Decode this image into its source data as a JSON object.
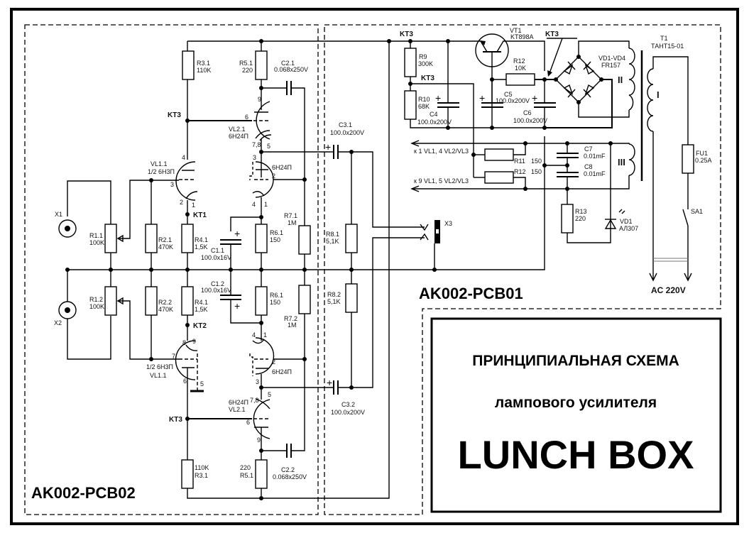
{
  "title_block": {
    "line1": "ПРИНЦИПИАЛЬНАЯ СХЕМА",
    "line2": "лампового усилителя",
    "line3": "LUNCH BOX"
  },
  "boards": {
    "pcb02": "AK002-PCB02",
    "pcb01": "AK002-PCB01"
  },
  "connectors": {
    "x1": "X1",
    "x2": "X2",
    "x3": "X3"
  },
  "test_points": {
    "kt1": "KT1",
    "kt2": "KT2",
    "kt3": "KT3"
  },
  "tubes": {
    "vl11_top_name": "VL1.1",
    "vl11_top_type": "1/2 6Н3П",
    "vl11_bot_name": "VL1.1",
    "vl11_bot_type": "1/2 6Н3П",
    "vl21_top_name": "VL2.1",
    "vl21_top_type": "6Н24П",
    "vl21_bot_name": "VL2.1",
    "vl21_bot_type": "6Н24П",
    "vl22_top_type": "6Н24П",
    "vl22_bot_type": "6Н24П"
  },
  "pins": {
    "p1": "1",
    "p2": "2",
    "p3": "3",
    "p4": "4",
    "p5": "5",
    "p6": "6",
    "p7": "7",
    "p8": "8",
    "p9": "9",
    "p78": "7,8"
  },
  "resistors": {
    "r11": {
      "name": "R1.1",
      "value": "100K"
    },
    "r12": {
      "name": "R1.2",
      "value": "100K"
    },
    "r21": {
      "name": "R2.1",
      "value": "470K"
    },
    "r22": {
      "name": "R2.2",
      "value": "470K"
    },
    "r31": {
      "name": "R3.1",
      "value": "110K"
    },
    "r31b": {
      "name": "R3.1",
      "value": "110K"
    },
    "r41": {
      "name": "R4.1",
      "value": "1,5K"
    },
    "r41b": {
      "name": "R4.1",
      "value": "1,5K"
    },
    "r51": {
      "name": "R5.1",
      "value": "220"
    },
    "r51b": {
      "name": "R5.1",
      "value": "220"
    },
    "r61": {
      "name": "R6.1",
      "value": "150"
    },
    "r61b": {
      "name": "R6.1",
      "value": "150"
    },
    "r71": {
      "name": "R7.1",
      "value": "1M"
    },
    "r72": {
      "name": "R7.2",
      "value": "1M"
    },
    "r81": {
      "name": "R8.1",
      "value": "5,1K"
    },
    "r82": {
      "name": "R8.2",
      "value": "5,1K"
    },
    "r9": {
      "name": "R9",
      "value": "300K"
    },
    "r10": {
      "name": "R10",
      "value": "68K"
    },
    "r11p": {
      "name": "R11",
      "value": "150"
    },
    "r12p": {
      "name": "R12",
      "value": "150"
    },
    "r12b": {
      "name": "R12",
      "value": "10K"
    },
    "r13": {
      "name": "R13",
      "value": "220"
    }
  },
  "capacitors": {
    "c11": {
      "name": "C1.1",
      "value": "100.0x16V"
    },
    "c12": {
      "name": "C1.2",
      "value": "100.0x16V"
    },
    "c21": {
      "name": "C2.1",
      "value": "0.068x250V"
    },
    "c22": {
      "name": "C2.2",
      "value": "0.068x250V"
    },
    "c31": {
      "name": "C3.1",
      "value": "100.0x200V"
    },
    "c32": {
      "name": "C3.2",
      "value": "100.0x200V"
    },
    "c4": {
      "name": "C4",
      "value": "100.0x200V"
    },
    "c5": {
      "name": "C5",
      "value": "100.0x200V"
    },
    "c6": {
      "name": "C6",
      "value": "100.0x200V"
    },
    "c7": {
      "name": "C7",
      "value": "0.01mF"
    },
    "c8": {
      "name": "C8",
      "value": "0.01mF"
    }
  },
  "semis": {
    "vt1_name": "VT1",
    "vt1_type": "KT898A",
    "bridge_name": "VD1-VD4",
    "bridge_type": "FR157",
    "led_name": "VD1",
    "led_type": "АЛ307"
  },
  "transformer": {
    "name": "T1",
    "type": "ТАНТ15-01",
    "winding_1": "I",
    "winding_2": "II",
    "winding_3": "III"
  },
  "fuse": {
    "name": "FU1",
    "value": "0.25A"
  },
  "switch": {
    "name": "SA1"
  },
  "mains": {
    "label": "AC 220V"
  },
  "heater_outputs": {
    "out1": "к 1 VL1, 4 VL2/VL3",
    "out2": "к 9 VL1, 5 VL2/VL3"
  },
  "polarity": {
    "plus": "+"
  }
}
